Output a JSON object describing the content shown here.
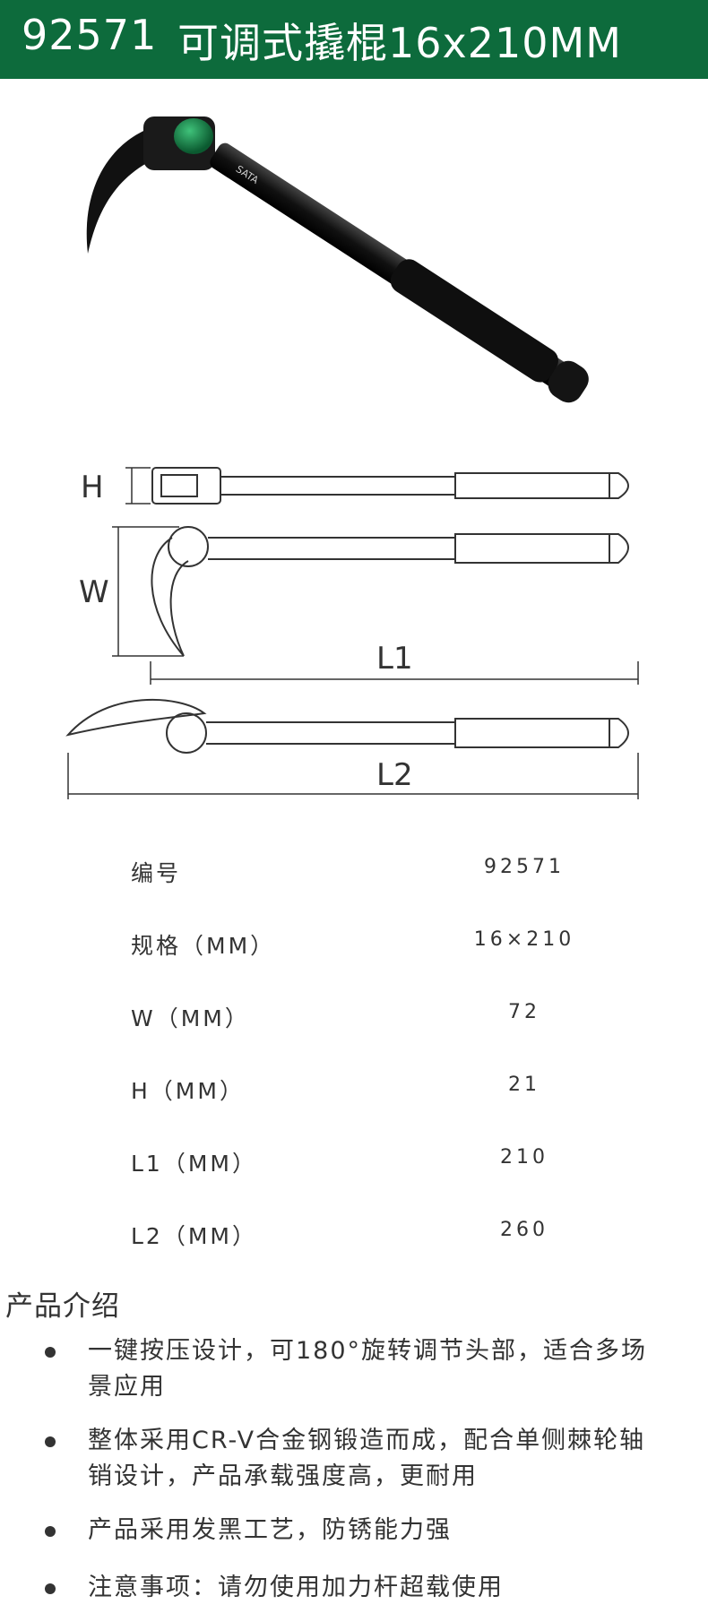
{
  "header": {
    "code": "92571",
    "title": "可调式撬棍16x210MM"
  },
  "diagram": {
    "h_label": "H",
    "w_label": "W",
    "l1_label": "L1",
    "l2_label": "L2"
  },
  "specs": [
    {
      "label": "编号",
      "value": "92571"
    },
    {
      "label": "规格（MM）",
      "value": "16×210"
    },
    {
      "label": "W（MM）",
      "value": "72"
    },
    {
      "label": "H（MM）",
      "value": "21"
    },
    {
      "label": "L1（MM）",
      "value": "210"
    },
    {
      "label": "L2（MM）",
      "value": "260"
    }
  ],
  "intro": {
    "title": "产品介绍",
    "bullets": [
      {
        "line1": "一键按压设计，可180°旋转调节头部，适合多场",
        "line2": "景应用"
      },
      {
        "line1": "整体采用CR-V合金钢锻造而成，配合单侧棘轮轴",
        "line2": "销设计，产品承载强度高，更耐用"
      },
      {
        "line1": "产品采用发黑工艺，防锈能力强",
        "line2": ""
      },
      {
        "line1": "注意事项：请勿使用加力杆超载使用",
        "line2": ""
      }
    ]
  },
  "colors": {
    "brand_green": "#0d6b3c",
    "button_green": "#1a8a4a"
  },
  "product_image": {
    "brand_mark": "SATA"
  }
}
